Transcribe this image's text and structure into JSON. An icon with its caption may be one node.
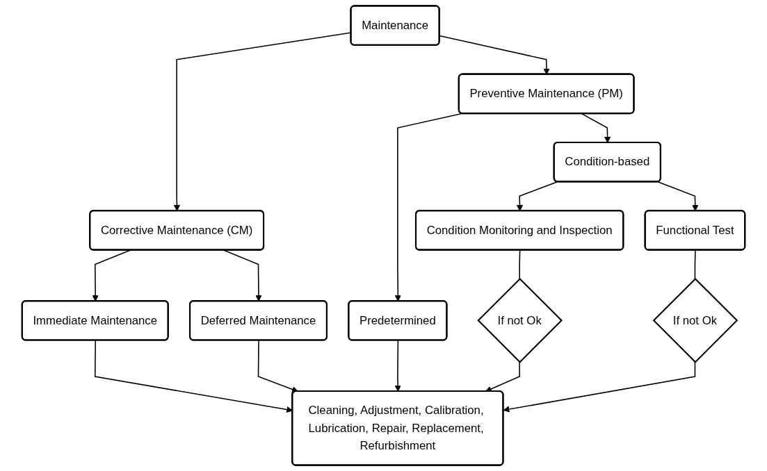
{
  "diagram": {
    "nodes": [
      {
        "text": [
          "Maintenance"
        ]
      },
      {
        "text": [
          "Corrective Maintenance (CM)"
        ]
      },
      {
        "text": [
          "Preventive Maintenance (PM)"
        ]
      },
      {
        "text": [
          "Immediate Maintenance"
        ]
      },
      {
        "text": [
          "Deferred Maintenance"
        ]
      },
      {
        "text": [
          "Predetermined"
        ]
      },
      {
        "text": [
          "Condition-based"
        ]
      },
      {
        "text": [
          "Condition Monitoring and Inspection"
        ]
      },
      {
        "text": [
          "Functional Test"
        ]
      },
      {
        "text": [
          "If not Ok"
        ]
      },
      {
        "text": [
          "If not Ok"
        ]
      },
      {
        "text": [
          "Cleaning, Adjustment, Calibration, Lubrication, Repair, Replacement, Refurbishment"
        ]
      }
    ],
    "edges": [
      {
        "from": 0,
        "to": 1,
        "arrow": "to"
      },
      {
        "from": 0,
        "to": 2,
        "arrow": "to"
      },
      {
        "from": 1,
        "to": 3,
        "arrow": "to"
      },
      {
        "from": 1,
        "to": 4,
        "arrow": "to"
      },
      {
        "from": 2,
        "to": 5,
        "arrow": "to"
      },
      {
        "from": 2,
        "to": 6,
        "arrow": "to"
      },
      {
        "from": 6,
        "to": 7,
        "arrow": "to"
      },
      {
        "from": 6,
        "to": 8,
        "arrow": "to"
      },
      {
        "from": 7,
        "to": 9,
        "arrow": "none"
      },
      {
        "from": 8,
        "to": 10,
        "arrow": "none"
      },
      {
        "from": 3,
        "to": 11,
        "arrow": "to"
      },
      {
        "from": 4,
        "to": 11,
        "arrow": "to"
      },
      {
        "from": 5,
        "to": 11,
        "arrow": "to"
      },
      {
        "from": 9,
        "to": 11,
        "arrow": "to"
      },
      {
        "from": 10,
        "to": 11,
        "arrow": "to"
      }
    ]
  }
}
